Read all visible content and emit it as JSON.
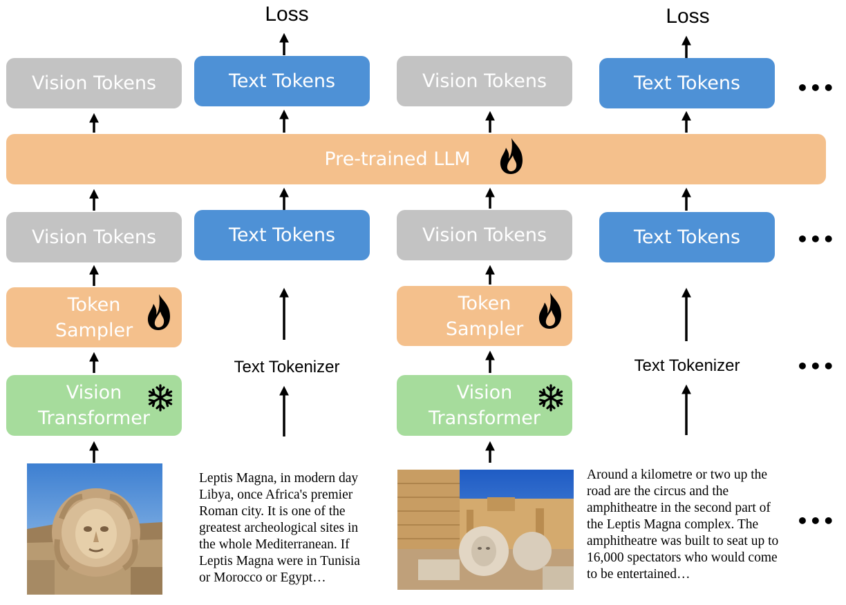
{
  "loss_label": "Loss",
  "vision_tokens_label": "Vision Tokens",
  "text_tokens_label": "Text Tokens",
  "llm_label": "Pre-trained LLM",
  "token_sampler_label": [
    "Token",
    "Sampler"
  ],
  "vision_transformer_label": [
    "Vision",
    "Transformer"
  ],
  "text_tokenizer_label": "Text Tokenizer",
  "ellipsis": "•••",
  "captions": [
    [
      "Leptis Magna, in modern day",
      "Libya, once Africa's premier",
      "Roman city. It is one of the",
      "greatest archeological sites in",
      "the whole Mediterranean. If",
      "Leptis Magna were in Tunisia",
      "or Morocco or Egypt…"
    ],
    [
      "Around a kilometre or two up the",
      "road are the circus and the",
      "amphitheatre in the second part of",
      "the Leptis Magna complex. The",
      "amphitheatre was built to seat up to",
      "16,000 spectators who would come",
      "to be entertained…"
    ]
  ],
  "icons": {
    "trainable": "fire-icon",
    "frozen": "snowflake-icon"
  },
  "colors": {
    "vision_tokens": "#c3c3c3",
    "text_tokens": "#4e91d6",
    "trainable_modules": "#f4c08c",
    "frozen_modules": "#a6dc9c"
  }
}
